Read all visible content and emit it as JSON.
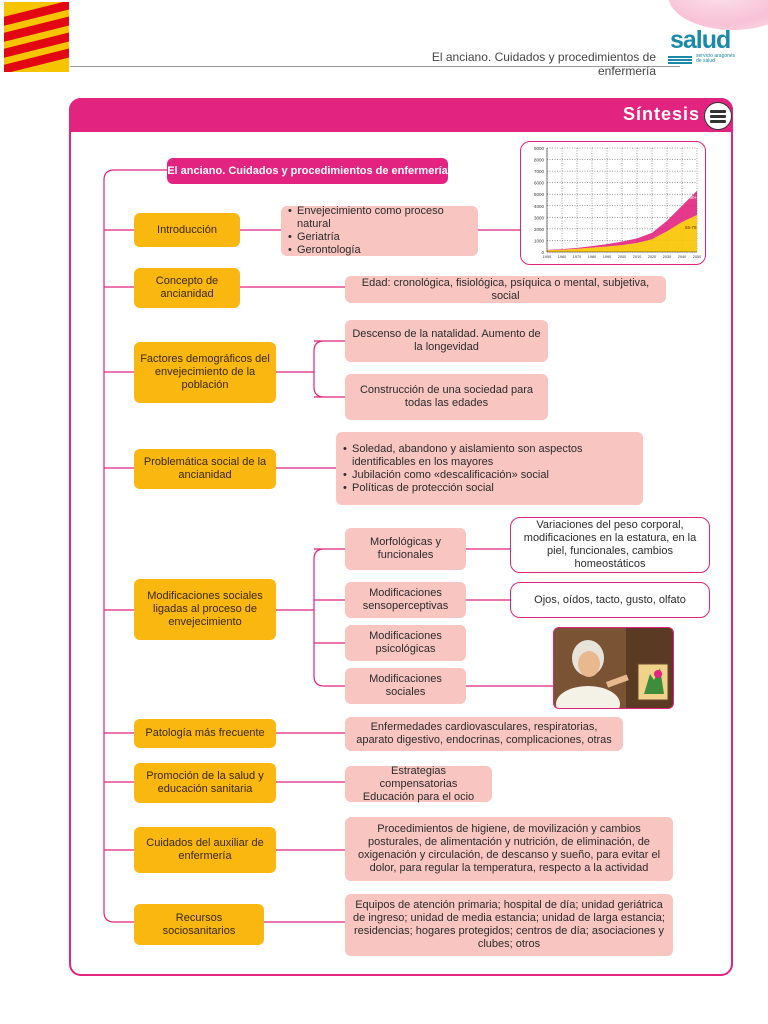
{
  "header": {
    "title": "El anciano. Cuidados y procedimientos de enfermería",
    "logo_word": "salud",
    "logo_sub": "servicio aragonés de salud"
  },
  "section_title": "Síntesis",
  "map": {
    "title": "El anciano. Cuidados y procedimientos de enfermería",
    "categories": [
      "Introducción",
      "Concepto de ancianidad",
      "Factores demográficos del envejecimiento de la población",
      "Problemática social de la ancianidad",
      "Modificaciones sociales ligadas al proceso de envejecimiento",
      "Patología más frecuente",
      "Promoción de la salud y educación sanitaria",
      "Cuidados del auxiliar de enfermería",
      "Recursos sociosanitarios"
    ],
    "introduccion_items": [
      "Envejecimiento como proceso natural",
      "Geriatría",
      "Gerontología"
    ],
    "concepto_detail": "Edad: cronológica, fisiológica, psíquica o mental, subjetiva, social",
    "factores_details": [
      "Descenso de la natalidad. Aumento de la longevidad",
      "Construcción de una sociedad para todas las edades"
    ],
    "problematica_items": [
      "Soledad, abandono y aislamiento son aspectos identificables en los mayores",
      "Jubilación como «descalificación» social",
      "Políticas de protección social"
    ],
    "modificaciones": [
      {
        "label": "Morfológicas y funcionales",
        "detail": "Variaciones del peso corporal, modificaciones en la estatura, en la piel, funcionales, cambios homeostáticos"
      },
      {
        "label": "Modificaciones sensoperceptivas",
        "detail": "Ojos, oídos, tacto, gusto, olfato"
      },
      {
        "label": "Modificaciones psicológicas",
        "detail": ""
      },
      {
        "label": "Modificaciones sociales",
        "detail": ""
      }
    ],
    "patologia_detail": "Enfermedades cardiovasculares, respiratorias, aparato digestivo, endocrinas, complicaciones, otras",
    "promocion_detail": [
      "Estrategias compensatorias",
      "Educación para el ocio"
    ],
    "cuidados_detail": "Procedimientos de higiene, de movilización y cambios posturales, de alimentación y nutrición, de eliminación, de oxigenación y circulación, de descanso y sueño, para evitar el dolor, para regular la temperatura, respecto a la actividad",
    "recursos_detail": "Equipos de atención primaria; hospital de día; unidad geriátrica de ingreso; unidad de media estancia; unidad de larga estancia; residencias; hogares protegidos; centros de día; asociaciones y clubes; otros"
  },
  "chart_data": {
    "type": "area",
    "x": [
      1950,
      1960,
      1970,
      1980,
      1990,
      2000,
      2010,
      2020,
      2030,
      2040,
      2050
    ],
    "xticks": [
      "1950",
      "1960",
      "1970",
      "1980",
      "1990",
      "2000",
      "2010",
      "2020",
      "2030",
      "2040",
      "2050"
    ],
    "ylim": [
      0,
      9000
    ],
    "yticks": [
      "0",
      "1000",
      "2000",
      "3000",
      "4000",
      "5000",
      "6000",
      "7000",
      "8000",
      "9000"
    ],
    "series": [
      {
        "name": "65-79",
        "values": [
          150,
          200,
          280,
          380,
          480,
          600,
          780,
          1100,
          1800,
          2600,
          3200
        ],
        "color": "#f9c400"
      },
      {
        "name": "80+",
        "values": [
          30,
          50,
          80,
          130,
          200,
          300,
          400,
          550,
          900,
          1400,
          2100
        ],
        "color": "#e2237f"
      }
    ],
    "series_labels": [
      "65-79",
      "80+"
    ],
    "grid": true
  },
  "colors": {
    "accent": "#e2237f",
    "yellow": "#f9b70f",
    "pink": "#f8c5c1"
  }
}
